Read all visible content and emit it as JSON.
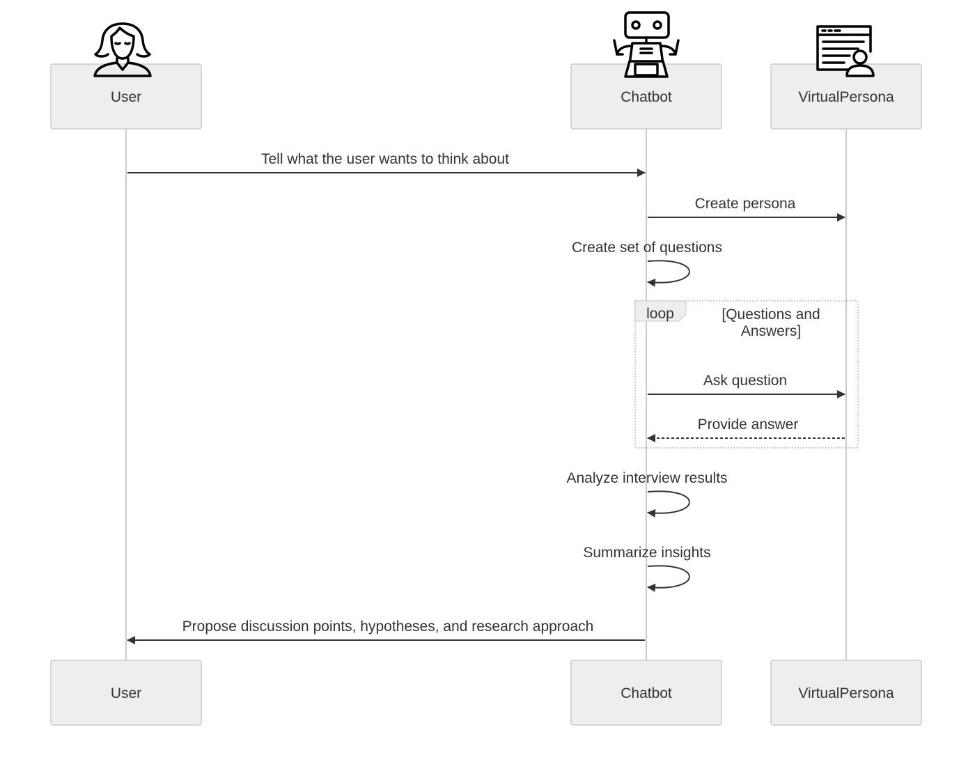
{
  "participants": [
    {
      "id": "user",
      "label": "User",
      "icon": "woman-avatar-icon"
    },
    {
      "id": "chatbot",
      "label": "Chatbot",
      "icon": "robot-icon"
    },
    {
      "id": "persona",
      "label": "VirtualPersona",
      "icon": "browser-user-profile-icon"
    }
  ],
  "messages": [
    {
      "from": "user",
      "to": "chatbot",
      "label": "Tell what the user wants to think about",
      "style": "solid"
    },
    {
      "from": "chatbot",
      "to": "persona",
      "label": "Create persona",
      "style": "solid"
    },
    {
      "from": "chatbot",
      "to": "chatbot",
      "label": "Create set of questions",
      "style": "solid"
    },
    {
      "from": "chatbot",
      "to": "persona",
      "label": "Ask question",
      "style": "solid"
    },
    {
      "from": "persona",
      "to": "chatbot",
      "label": "Provide answer",
      "style": "dashed"
    },
    {
      "from": "chatbot",
      "to": "chatbot",
      "label": "Analyze interview results",
      "style": "solid"
    },
    {
      "from": "chatbot",
      "to": "chatbot",
      "label": "Summarize insights",
      "style": "solid"
    },
    {
      "from": "chatbot",
      "to": "user",
      "label": "Propose discussion points, hypotheses, and research approach",
      "style": "solid"
    }
  ],
  "loop": {
    "label": "loop",
    "condition_line1": "[Questions and",
    "condition_line2": "Answers]"
  },
  "colors": {
    "actor_fill": "#eeeeee",
    "actor_border": "#cccccc",
    "lifeline": "#cccccc",
    "arrow": "#333333",
    "text": "#333333",
    "loop_border": "#cccccc"
  }
}
